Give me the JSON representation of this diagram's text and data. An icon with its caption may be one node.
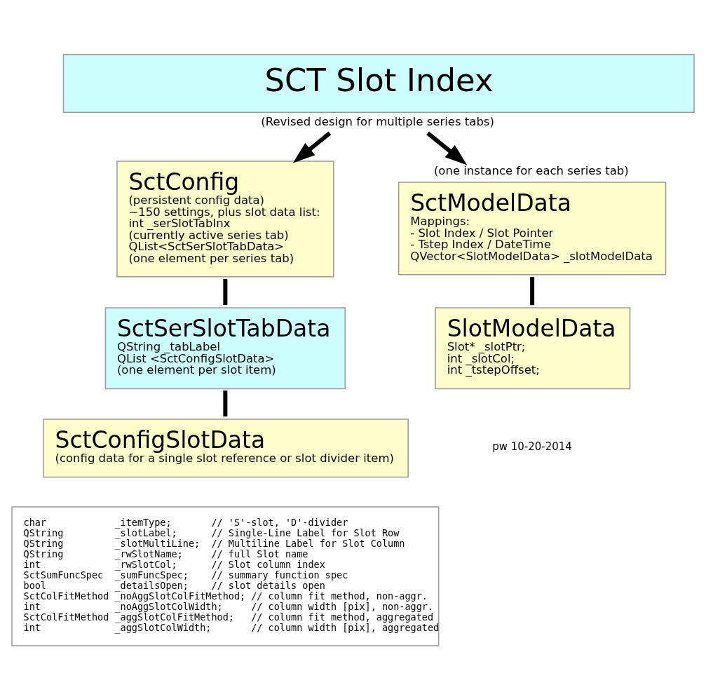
{
  "diagram": {
    "nodes": [
      {
        "text": [
          "SCT Slot Index"
        ],
        "beside": [
          "(Revised design for multiple series tabs)"
        ]
      },
      {
        "text": [
          "SctConfig",
          "(persistent config data)",
          "~150 settings, plus slot data list:",
          "int _serSlotTabInx",
          "(currently active series tab)",
          "QList<SctSerSlotTabData>",
          "(one element per series tab)"
        ]
      },
      {
        "text": [
          "SctSerSlotTabData",
          "QString _tabLabel",
          "QList <SctConfigSlotData>",
          "(one element per slot item)"
        ]
      },
      {
        "text": [
          "SctConfigSlotData",
          "(config data for a single slot reference or slot divider item)"
        ]
      },
      {
        "text": [
          "char            _itemType;       // 'S'-slot, 'D'-divider",
          "QString         _slotLabel;      // Single-Line Label for Slot Row",
          "QString         _slotMultiLine;  // Multiline Label for Slot Column",
          "QString         _rwSlotName;     // full Slot name",
          "int             _rwSlotCol;      // Slot column index",
          "SctSumFuncSpec  _sumFuncSpec;    // summary function spec",
          "bool            _detailsOpen;    // slot details open",
          "SctColFitMethod _noAggSlotColFitMethod; // column fit method, non-aggr.",
          "int             _noAggSlotColWidth;     // column width [pix], non-aggr.",
          "SctColFitMethod _aggSlotColFitMethod;   // column fit method, aggregated",
          "int             _aggSlotColWidth;       // column width [pix], aggregated"
        ]
      },
      {
        "text": [
          "SctModelData",
          "Mappings:",
          "- Slot Index / Slot Pointer",
          "- Tstep Index / DateTime",
          "QVector<SlotModelData> _slotModelData"
        ],
        "beside": [
          "(one instance for each series tab)"
        ]
      },
      {
        "text": [
          "SlotModelData",
          "Slot* _slotPtr;",
          "int _slotCol;",
          "int _tstepOffset;"
        ]
      }
    ],
    "edges": [
      {
        "from": 0,
        "to": 1,
        "arrow": "to"
      },
      {
        "from": 0,
        "to": 5,
        "arrow": "to"
      },
      {
        "from": 1,
        "to": 2,
        "arrow": "none"
      },
      {
        "from": 2,
        "to": 3,
        "arrow": "none"
      },
      {
        "from": 5,
        "to": 6,
        "arrow": "none"
      }
    ],
    "labels": [
      "pw 10-20-2014"
    ]
  }
}
